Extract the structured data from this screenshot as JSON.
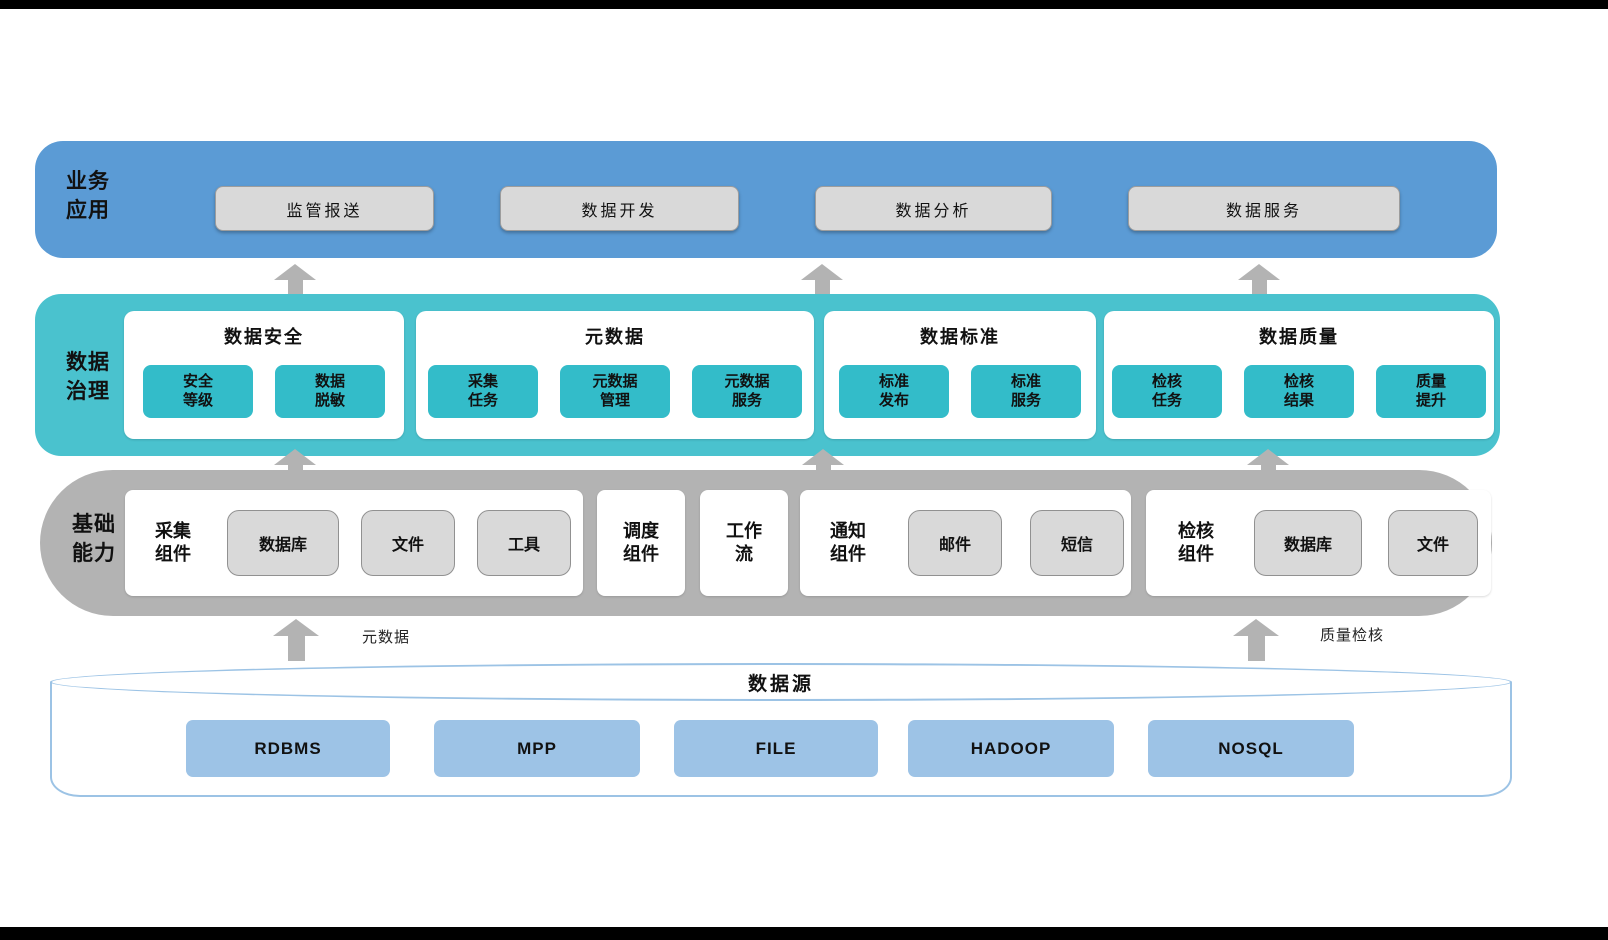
{
  "business": {
    "label": "业务\n应用",
    "items": [
      "监管报送",
      "数据开发",
      "数据分析",
      "数据服务"
    ]
  },
  "governance": {
    "label": "数据\n治理",
    "groups": [
      {
        "title": "数据安全",
        "items": [
          "安全\n等级",
          "数据\n脱敏"
        ]
      },
      {
        "title": "元数据",
        "items": [
          "采集\n任务",
          "元数据\n管理",
          "元数据\n服务"
        ]
      },
      {
        "title": "数据标准",
        "items": [
          "标准\n发布",
          "标准\n服务"
        ]
      },
      {
        "title": "数据质量",
        "items": [
          "检核\n任务",
          "检核\n结果",
          "质量\n提升"
        ]
      }
    ]
  },
  "foundation": {
    "label": "基础\n能力",
    "groups": [
      {
        "title": "采集\n组件",
        "items": [
          "数据库",
          "文件",
          "工具"
        ]
      },
      {
        "title": "调度\n组件",
        "items": []
      },
      {
        "title": "工作\n流",
        "items": []
      },
      {
        "title": "通知\n组件",
        "items": [
          "邮件",
          "短信"
        ]
      },
      {
        "title": "检核\n组件",
        "items": [
          "数据库",
          "文件"
        ]
      }
    ]
  },
  "datasource": {
    "title": "数据源",
    "items": [
      "RDBMS",
      "MPP",
      "FILE",
      "HADOOP",
      "NOSQL"
    ]
  },
  "annotations": {
    "left_arrow_label": "元数据",
    "right_arrow_label": "质量检核"
  },
  "colors": {
    "business_layer": "#5b9bd5",
    "governance_layer": "#4ac2ce",
    "governance_chip": "#33bcc9",
    "foundation_layer": "#b3b3b3",
    "gray_chip": "#d9d9d9",
    "datasource_chip": "#9dc3e6",
    "datasource_border": "#9cc3e5",
    "arrow": "#b3b3b3"
  }
}
